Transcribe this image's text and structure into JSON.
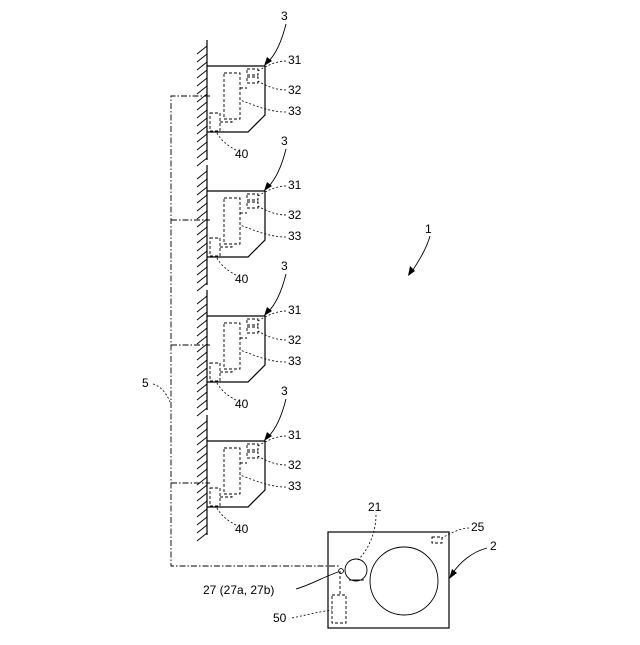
{
  "labels": {
    "system": "1",
    "outdoor_unit": "2",
    "indoor_unit": "3",
    "transmission_line": "5",
    "part_21": "21",
    "part_25": "25",
    "part_27": "27 (27a, 27b)",
    "part_50": "50",
    "part_31": "31",
    "part_32": "32",
    "part_33": "33",
    "part_40": "40"
  },
  "indoor_unit_count": 4
}
